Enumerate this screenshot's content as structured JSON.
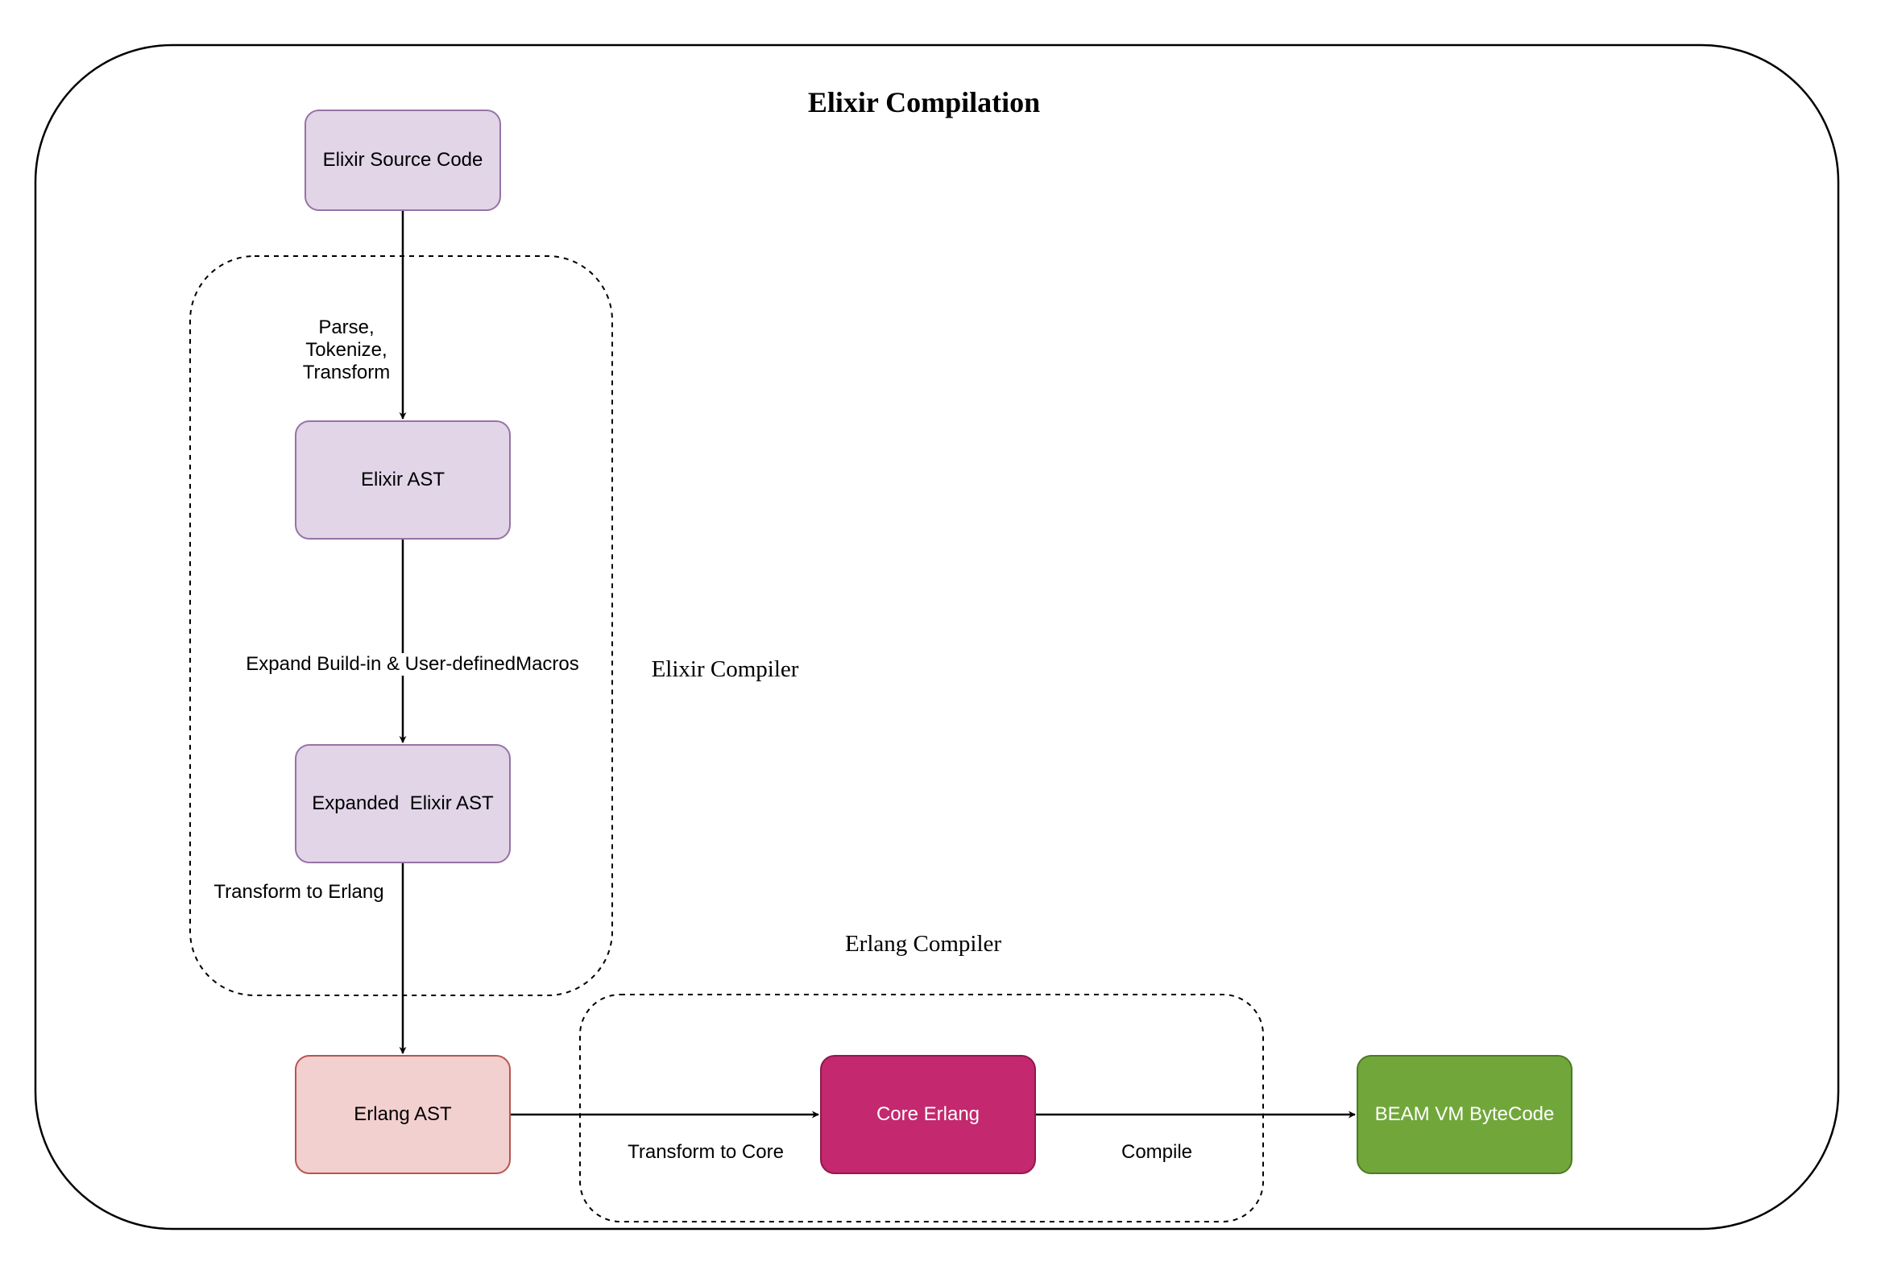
{
  "title": "Elixir Compilation",
  "groups": {
    "elixir_compiler": "Elixir Compiler",
    "erlang_compiler": "Erlang Compiler"
  },
  "nodes": {
    "source": "Elixir Source Code",
    "elixir_ast": "Elixir AST",
    "expanded_ast": "Expanded  Elixir AST",
    "erlang_ast": "Erlang AST",
    "core_erlang": "Core Erlang",
    "beam": "BEAM VM ByteCode"
  },
  "edges": {
    "parse": "Parse,\nTokenize,\nTransform",
    "expand": "Expand Build-in & User-definedMacros",
    "to_erlang": "Transform to Erlang",
    "to_core": "Transform to Core",
    "compile": "Compile"
  },
  "colors": {
    "purple_fill": "#e1d5e7",
    "purple_stroke": "#9673a6",
    "pink_fill": "#f2d0cf",
    "pink_stroke": "#b85450",
    "magenta_fill": "#c4286e",
    "magenta_stroke": "#8c1a4c",
    "green_fill": "#71a73a",
    "green_stroke": "#4d7a27"
  }
}
